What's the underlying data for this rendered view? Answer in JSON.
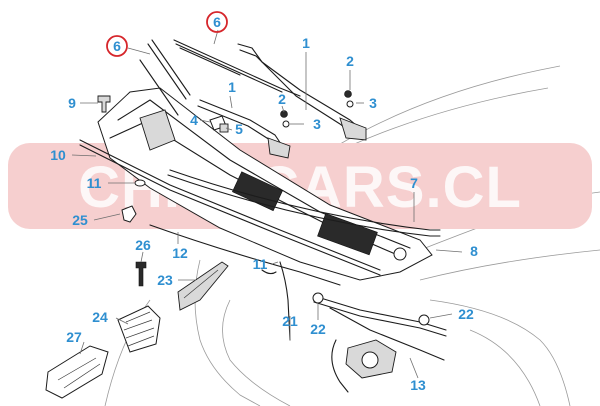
{
  "watermark": {
    "text": "CHILECARS.CL",
    "color": "#f6cfcf"
  },
  "callouts": {
    "c6a": "6",
    "c6b": "6",
    "c1a": "1",
    "c1b": "1",
    "c2a": "2",
    "c2b": "2",
    "c3a": "3",
    "c3b": "3",
    "c4": "4",
    "c5": "5",
    "c7": "7",
    "c8": "8",
    "c9": "9",
    "c10": "10",
    "c11a": "11",
    "c11b": "11",
    "c12": "12",
    "c13": "13",
    "c21": "21",
    "c22a": "22",
    "c22b": "22",
    "c23": "23",
    "c24": "24",
    "c25": "25",
    "c26": "26",
    "c27": "27"
  },
  "colors": {
    "label": "#2f8fd0",
    "highlight_circle": "#d6262b",
    "watermark_band": "#f6cfcf"
  }
}
